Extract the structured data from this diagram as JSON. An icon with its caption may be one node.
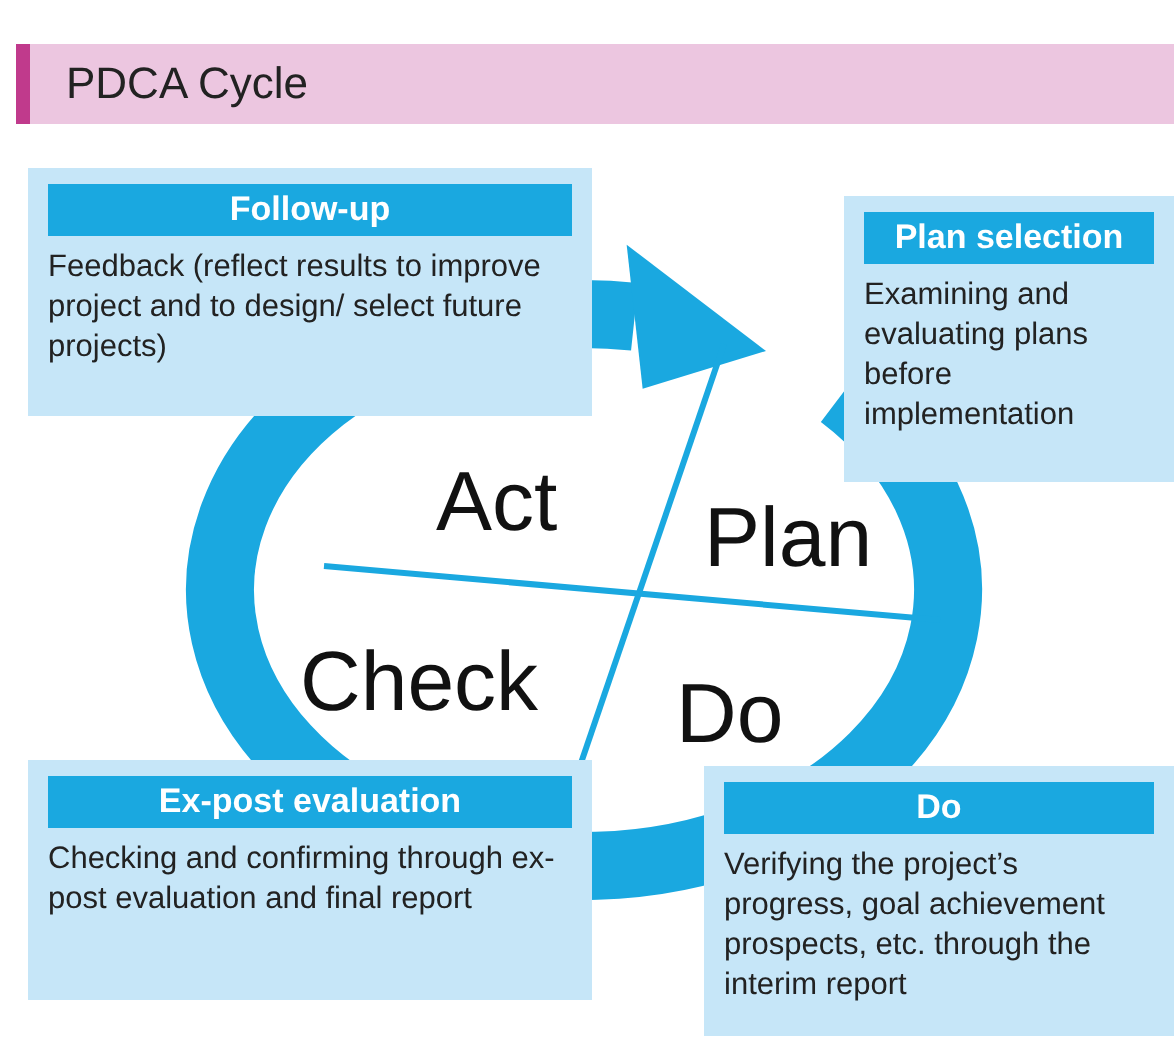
{
  "diagram": {
    "title": "PDCA Cycle",
    "nodes": [
      {
        "text": [
          "Follow-up",
          "Feedback (reflect results to improve project and to design/ select future projects)"
        ]
      },
      {
        "text": [
          "Plan selection",
          "Examining and evaluating plans before implementation"
        ]
      },
      {
        "text": [
          "Ex-post evaluation",
          "Checking and confirming through ex-post evaluation and final report"
        ]
      },
      {
        "text": [
          "Do",
          "Verifying the project’s progress, goal achievement prospects, etc. through the interim report"
        ]
      }
    ],
    "labels": [
      "Act",
      "Plan",
      "Check",
      "Do"
    ]
  }
}
